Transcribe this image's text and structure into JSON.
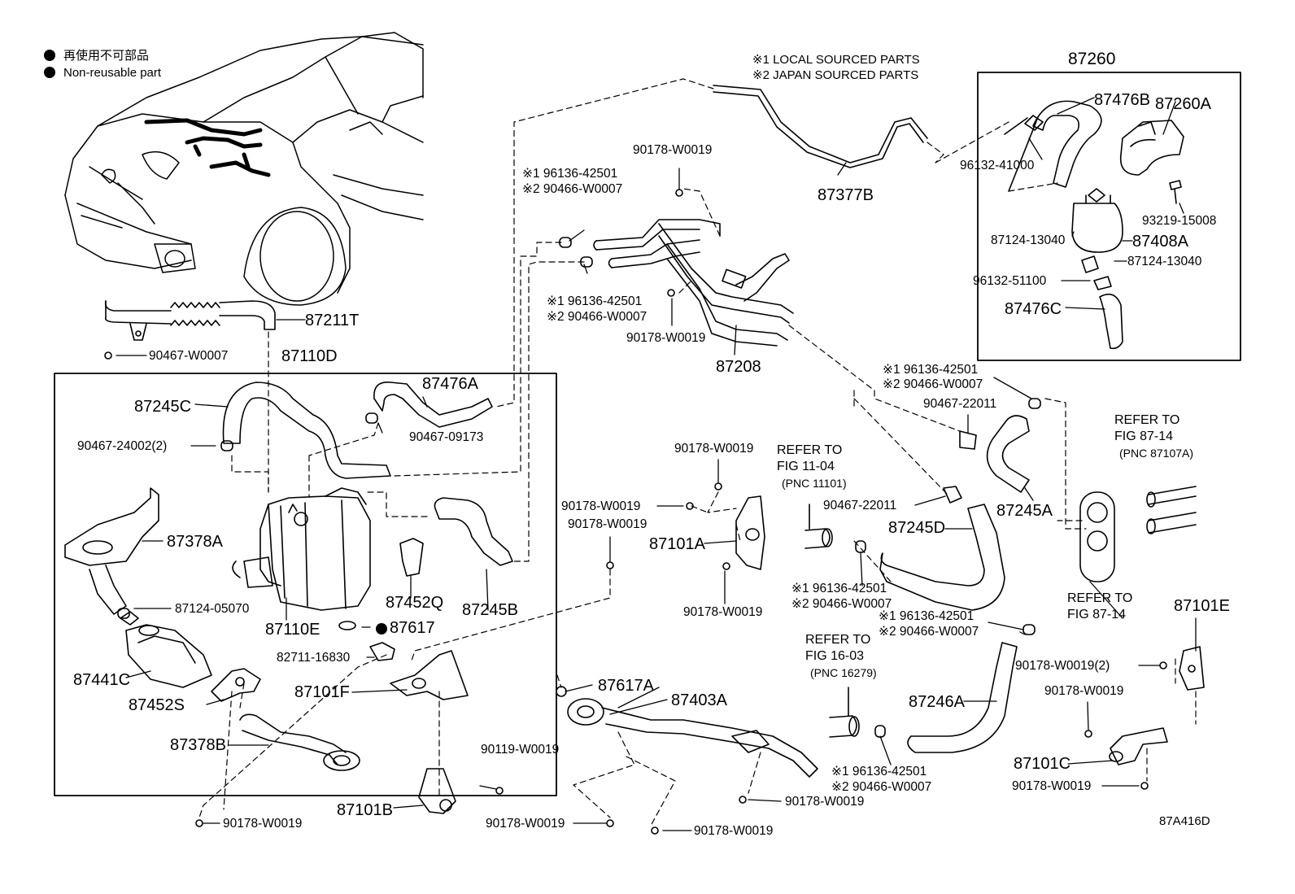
{
  "legend": {
    "jp": "再使用不可部品",
    "en": "Non-reusable part"
  },
  "sourcing_notes": {
    "local": "※1 LOCAL SOURCED PARTS",
    "japan": "※2 JAPAN SOURCED PARTS"
  },
  "figure_code": "87A416D",
  "part_labels": {
    "p87260": "87260",
    "p87476B": "87476B",
    "p87260A": "87260A",
    "p96132_41000": "96132-41000",
    "p93219_15008": "93219-15008",
    "p87124_13040_a": "87124-13040",
    "p87408A": "87408A",
    "p87124_13040_b": "87124-13040",
    "p96132_51100": "96132-51100",
    "p87476C": "87476C",
    "p87377B": "87377B",
    "p90178_W0019_top": "90178-W0019",
    "p196136_top_1": "※1 96136-42501",
    "p290466_top_2": "※2 90466-W0007",
    "p196136_mid_1": "※1 96136-42501",
    "p290466_mid_2": "※2 90466-W0007",
    "p90178_W0019_mid": "90178-W0019",
    "p87208": "87208",
    "p87211T": "87211T",
    "p90467_W0007": "90467-W0007",
    "p87110D": "87110D",
    "p87245C": "87245C",
    "p87476A": "87476A",
    "p90467_09173": "90467-09173",
    "p90467_24002": "90467-24002(2)",
    "p87378A": "87378A",
    "p87124_05070": "87124-05070",
    "p87110E": "87110E",
    "p87452Q": "87452Q",
    "p87245B": "87245B",
    "p87617": "87617",
    "p82711_16830": "82711-16830",
    "p87441C": "87441C",
    "p87452S": "87452S",
    "p87101F": "87101F",
    "p87378B": "87378B",
    "p87101B": "87101B",
    "p90178_W0019_bl": "90178-W0019",
    "p90119_W0019": "90119-W0019",
    "p90178_W0019_bc": "90178-W0019",
    "p87617A": "87617A",
    "p87403A": "87403A",
    "p90178_W0019_bc2": "90178-W0019",
    "p90178_W0019_bc3": "90178-W0019",
    "p90178_W0019_c1": "90178-W0019",
    "p90178_W0019_c2": "90178-W0019",
    "p90178_W0019_c3": "90178-W0019",
    "p87101A": "87101A",
    "p90178_W0019_c4": "90178-W0019",
    "p196136_right_1": "※1 96136-42501",
    "p290466_right_2": "※2 90466-W0007",
    "p90467_22011_a": "90467-22011",
    "p90467_22011_b": "90467-22011",
    "p87245A": "87245A",
    "p87245D": "87245D",
    "p196136_c_1": "※1 96136-42501",
    "p290466_c_2": "※2 90466-W0007",
    "p196136_r2_1": "※1 96136-42501",
    "p290466_r2_2": "※2 90466-W0007",
    "p87246A": "87246A",
    "p196136_b_1": "※1 96136-42501",
    "p290466_b_2": "※2 90466-W0007",
    "p87101E": "87101E",
    "p90178_W0019_2": "90178-W0019(2)",
    "p90178_W0019_r": "90178-W0019",
    "p87101C": "87101C",
    "p90178_W0019_r2": "90178-W0019"
  },
  "references": {
    "fig_11_04": {
      "line1": "REFER TO",
      "line2": "FIG 11-04",
      "line3": "(PNC 11101)"
    },
    "fig_87_14_top": {
      "line1": "REFER TO",
      "line2": "FIG 87-14",
      "line3": "(PNC 87107A)"
    },
    "fig_87_14_bottom": {
      "line1": "REFER TO",
      "line2": "FIG 87-14"
    },
    "fig_16_03": {
      "line1": "REFER TO",
      "line2": "FIG 16-03",
      "line3": "(PNC 16279)"
    }
  }
}
